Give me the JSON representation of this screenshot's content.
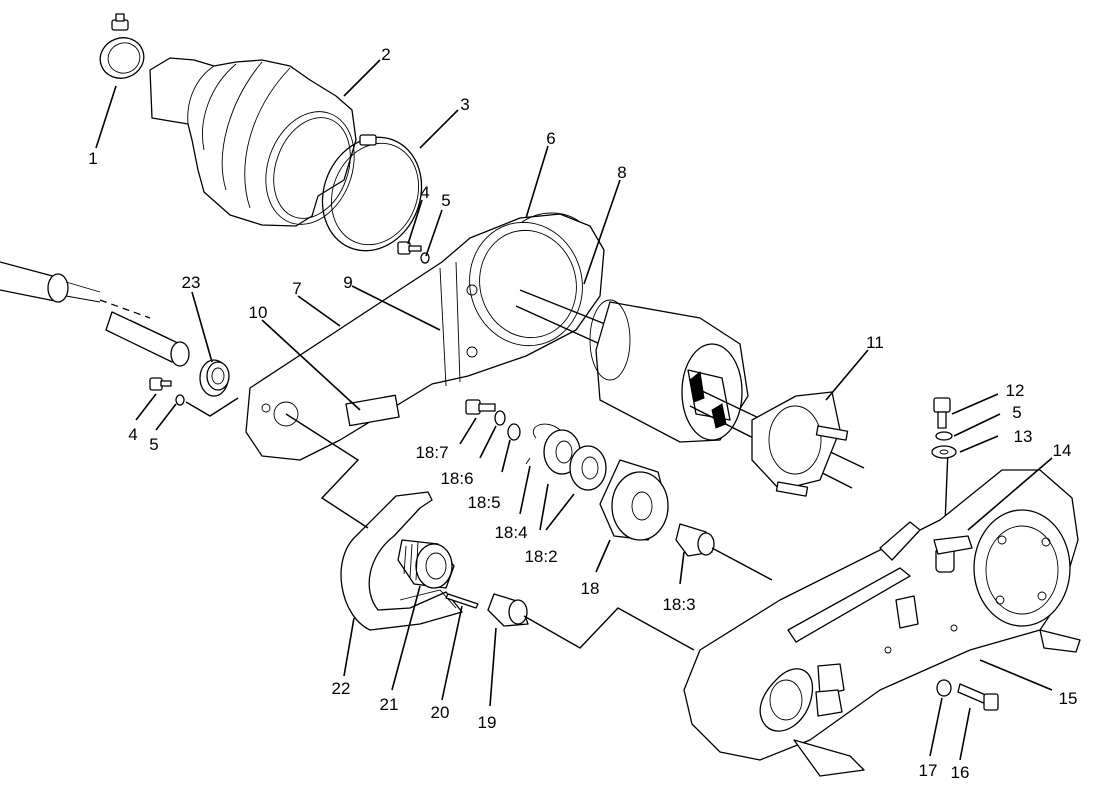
{
  "callouts": [
    {
      "id": "p1",
      "text": "1"
    },
    {
      "id": "p2",
      "text": "2"
    },
    {
      "id": "p3",
      "text": "3"
    },
    {
      "id": "p4a",
      "text": "4"
    },
    {
      "id": "p5a",
      "text": "5"
    },
    {
      "id": "p6",
      "text": "6"
    },
    {
      "id": "p8",
      "text": "8"
    },
    {
      "id": "p23",
      "text": "23"
    },
    {
      "id": "p7",
      "text": "7"
    },
    {
      "id": "p9",
      "text": "9"
    },
    {
      "id": "p10",
      "text": "10"
    },
    {
      "id": "p11",
      "text": "11"
    },
    {
      "id": "p12",
      "text": "12"
    },
    {
      "id": "p5c",
      "text": "5"
    },
    {
      "id": "p13",
      "text": "13"
    },
    {
      "id": "p14",
      "text": "14"
    },
    {
      "id": "p4b",
      "text": "4"
    },
    {
      "id": "p5b",
      "text": "5"
    },
    {
      "id": "p18_7",
      "text": "18:7"
    },
    {
      "id": "p18_6",
      "text": "18:6"
    },
    {
      "id": "p18_5",
      "text": "18:5"
    },
    {
      "id": "p18_4",
      "text": "18:4"
    },
    {
      "id": "p18_2",
      "text": "18:2"
    },
    {
      "id": "p18",
      "text": "18"
    },
    {
      "id": "p18_3",
      "text": "18:3"
    },
    {
      "id": "p15",
      "text": "15"
    },
    {
      "id": "p22",
      "text": "22"
    },
    {
      "id": "p21",
      "text": "21"
    },
    {
      "id": "p20",
      "text": "20"
    },
    {
      "id": "p19",
      "text": "19"
    },
    {
      "id": "p17",
      "text": "17"
    },
    {
      "id": "p16",
      "text": "16"
    }
  ]
}
